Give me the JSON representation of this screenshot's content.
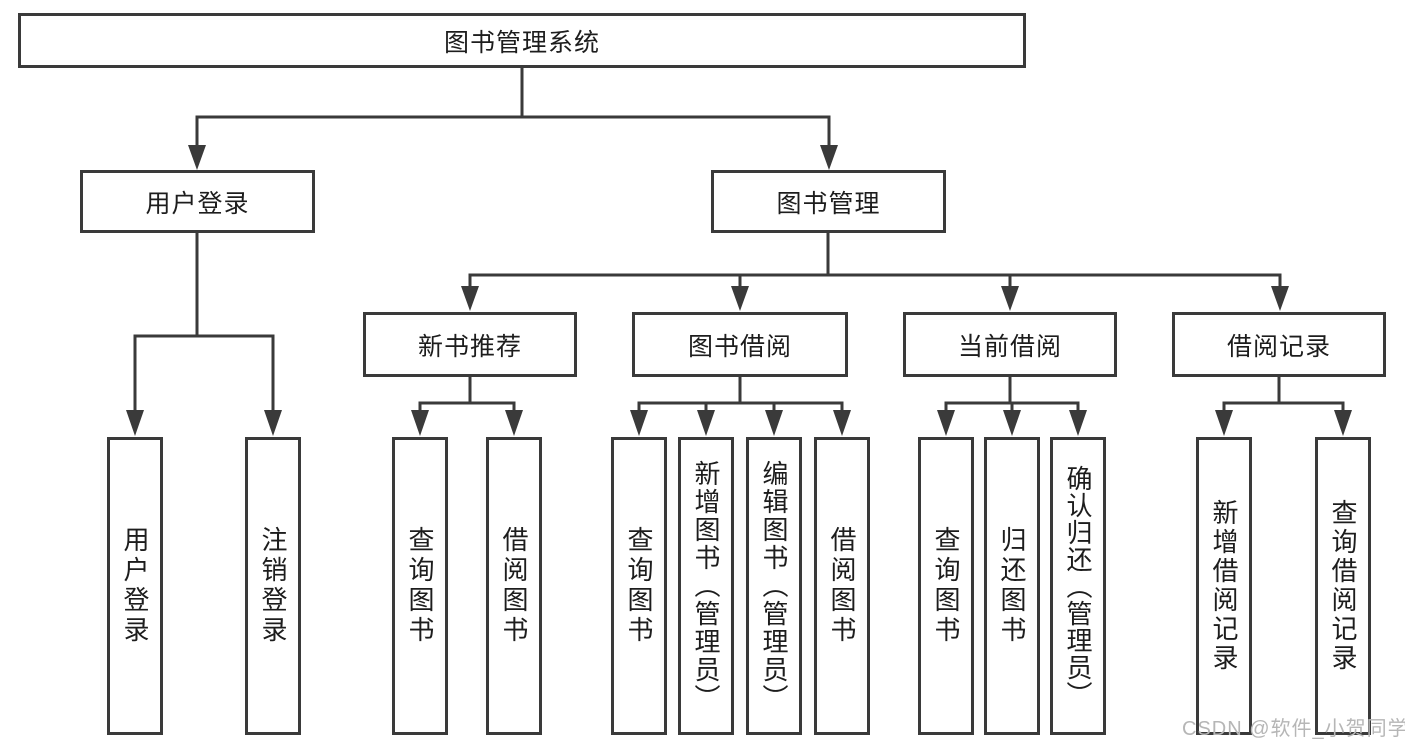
{
  "diagram": {
    "root": {
      "label": "图书管理系统"
    },
    "branches": [
      {
        "label": "用户登录",
        "children": [
          {
            "label": "用户登录"
          },
          {
            "label": "注销登录"
          }
        ]
      },
      {
        "label": "图书管理",
        "children": [
          {
            "label": "新书推荐",
            "children": [
              {
                "label": "查询图书"
              },
              {
                "label": "借阅图书"
              }
            ]
          },
          {
            "label": "图书借阅",
            "children": [
              {
                "label": "查询图书"
              },
              {
                "label": "新增图书（管理员）"
              },
              {
                "label": "编辑图书（管理员）"
              },
              {
                "label": "借阅图书"
              }
            ]
          },
          {
            "label": "当前借阅",
            "children": [
              {
                "label": "查询图书"
              },
              {
                "label": "归还图书"
              },
              {
                "label": "确认归还（管理员）"
              }
            ]
          },
          {
            "label": "借阅记录",
            "children": [
              {
                "label": "新增借阅记录"
              },
              {
                "label": "查询借阅记录"
              }
            ]
          }
        ]
      }
    ]
  },
  "watermark": {
    "text": "CSDN @软件_小贺同学"
  },
  "colors": {
    "line": "#3a3a3a",
    "text": "#1d1d1d",
    "background": "#ffffff",
    "watermark": "#b6b6b6"
  }
}
